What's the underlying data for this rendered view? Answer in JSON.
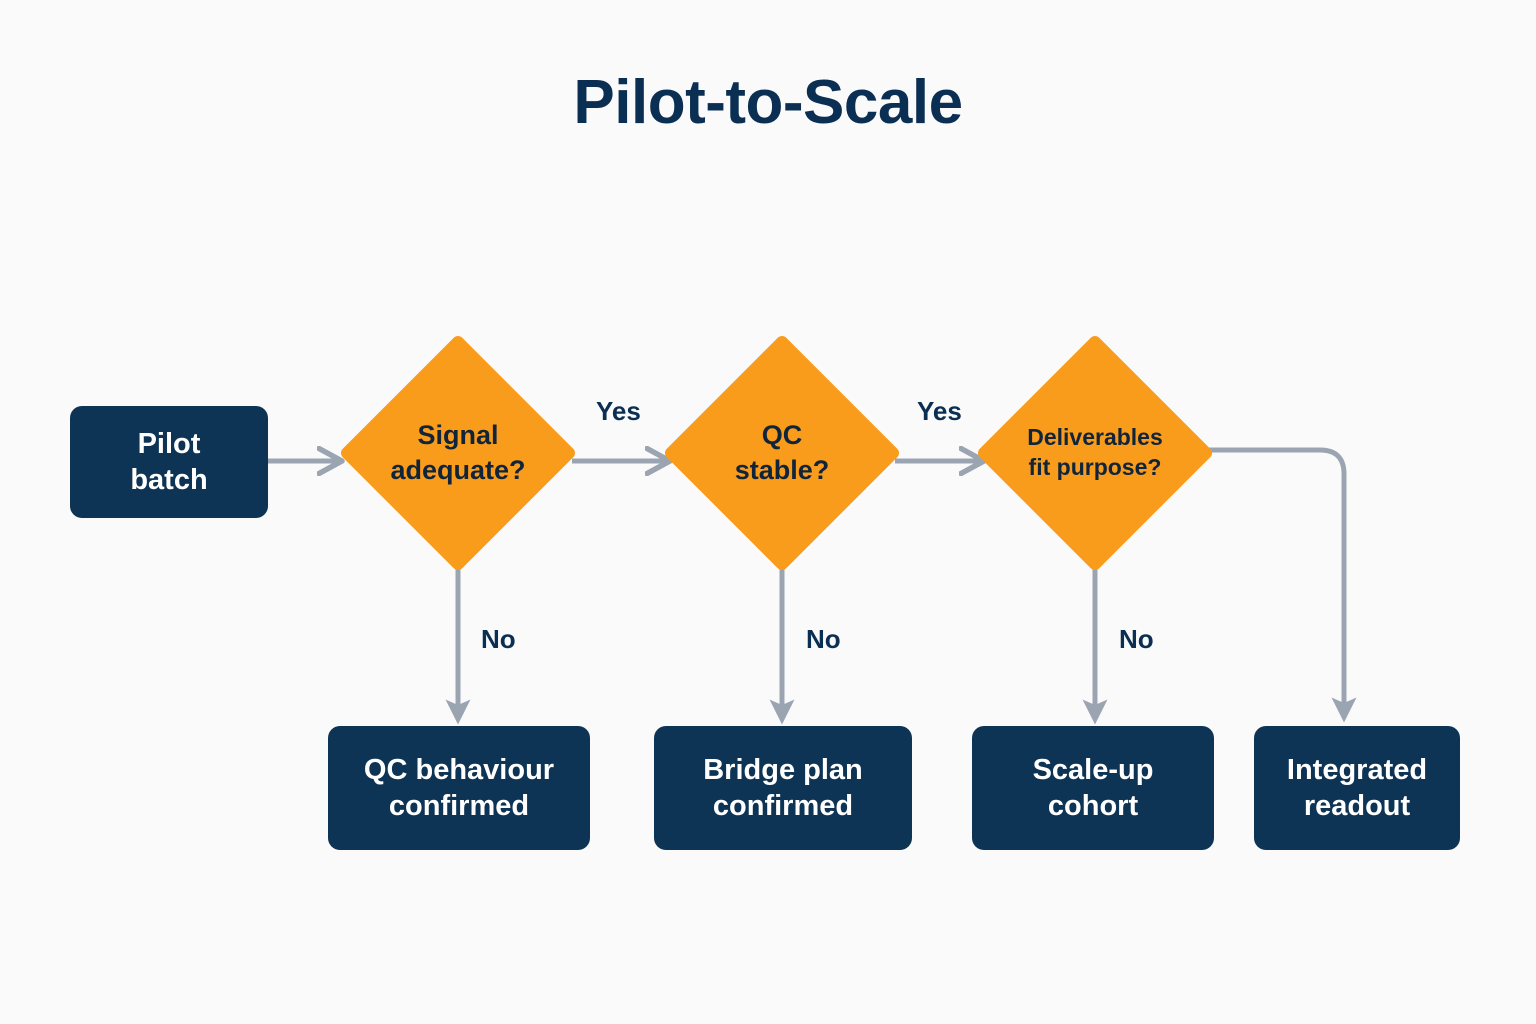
{
  "page": {
    "title": "Pilot-to-Scale",
    "background_color": "#fafafb"
  },
  "colors": {
    "navy": "#0d3355",
    "orange": "#f99c1c",
    "arrow_gray": "#9aa5b1",
    "title_navy": "#0b2f52",
    "decision_text": "#10243a",
    "node_text": "#ffffff"
  },
  "flow": {
    "start": {
      "label": "Pilot\nbatch",
      "line1": "Pilot",
      "line2": "batch"
    },
    "decisions": [
      {
        "id": "signal-adequate",
        "line1": "Signal",
        "line2": "adequate?",
        "yes_label": "Yes",
        "no_label": "No"
      },
      {
        "id": "qc-stable",
        "line1": "QC",
        "line2": "stable?",
        "yes_label": "Yes",
        "no_label": "No"
      },
      {
        "id": "deliverables-fit-purpose",
        "line1": "Deliverables",
        "line2": "fit purpose?",
        "yes_label": "",
        "no_label": "No"
      }
    ],
    "outcomes": [
      {
        "id": "qc-behaviour-confirmed",
        "line1": "QC behaviour",
        "line2": "confirmed"
      },
      {
        "id": "bridge-plan-confirmed",
        "line1": "Bridge plan",
        "line2": "confirmed"
      },
      {
        "id": "scale-up-cohort",
        "line1": "Scale-up",
        "line2": "cohort"
      },
      {
        "id": "integrated-readout",
        "line1": "Integrated",
        "line2": "readout"
      }
    ]
  }
}
